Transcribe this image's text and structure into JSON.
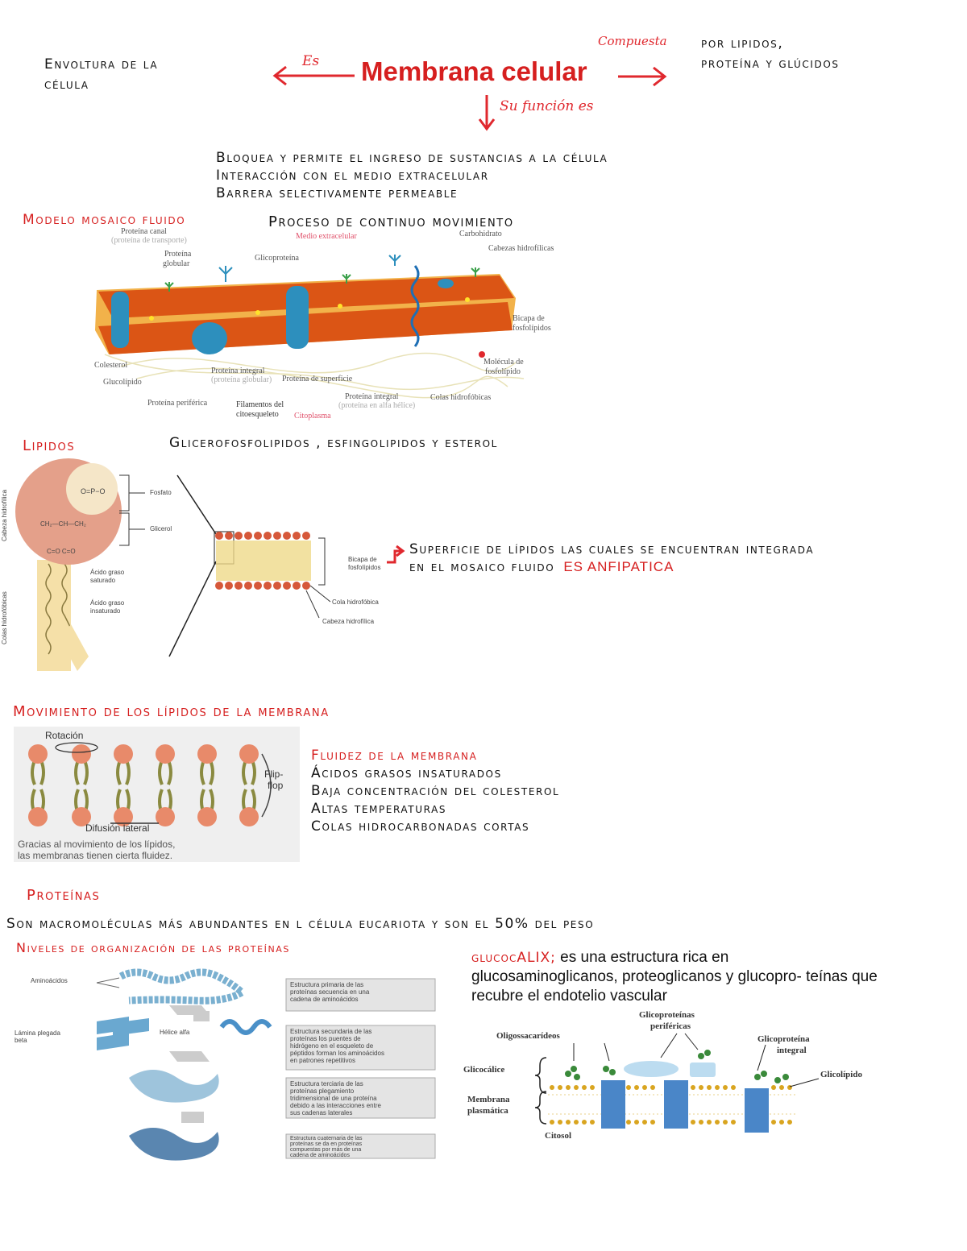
{
  "header": {
    "title": "Membrana celular",
    "left_text_1": "Envoltura de la",
    "left_text_2": "célula",
    "arrow_left_label": "Es",
    "arrow_right_label": "Compuesta",
    "arrow_down_label": "Su función es",
    "right_text_1": "por lipidos,",
    "right_text_2": "proteína y glúcidos"
  },
  "functions": [
    "Bloquea y permite el ingreso de sustancias a la célula",
    "Interacción con el medio extracelular",
    "Barrera selectivamente permeable"
  ],
  "mosaic": {
    "heading": "Modelo mosaico fluido",
    "subheading": "Proceso de continuo movimiento",
    "labels": {
      "proteina_canal": "Proteína canal",
      "proteina_canal_sub": "(proteína de transporte)",
      "medio_extracelular": "Medio extracelular",
      "carbohidrato": "Carbohidrato",
      "cabezas_hidrofilicas": "Cabezas hidrofílicas",
      "proteina_globular_1": "Proteína",
      "proteina_globular_2": "globular",
      "glicoproteina": "Glicoproteína",
      "bicapa_1": "Bicapa de",
      "bicapa_2": "fosfolípidos",
      "colesterol": "Colesterol",
      "glucolipido": "Glucolípido",
      "molecula_1": "Molécula de",
      "molecula_2": "fosfolípido",
      "proteina_integral_1": "Proteína integral",
      "proteina_integral_1_sub": "(proteína globular)",
      "proteina_superficie": "Proteína de superficie",
      "proteina_periferica": "Proteína periférica",
      "filamentos_1": "Filamentos del",
      "filamentos_2": "citoesqueleto",
      "citoplasma": "Citoplasma",
      "proteina_integral_2": "Proteína integral",
      "proteina_integral_2_sub": "(proteína en alfa hélice)",
      "colas_hidrofobicas": "Colas hidrofóbicas"
    }
  },
  "lipids": {
    "heading": "Lipidos",
    "types": "Glicerofosfolipidos , esfingolipidos y esterol",
    "labels": {
      "cabeza_hidrofilica": "Cabeza hidrofílica",
      "colas_hidrofobicas": "Colas hidrofóbicas",
      "fosfato": "Fosfato",
      "glicerol": "Glicerol",
      "acido_saturado_1": "Ácido graso",
      "acido_saturado_2": "saturado",
      "acido_insaturado_1": "Ácido graso",
      "acido_insaturado_2": "insaturado",
      "bicapa_1": "Bicapa de",
      "bicapa_2": "fosfolípidos",
      "cola_hidrofobica": "Cola hidrofóbica",
      "cabeza_hidrofilica_2": "Cabeza hidrofílica"
    },
    "note_1": "Superficie de lípidos las cuales se encuentran integrada",
    "note_2": "en el mosaico fluido",
    "note_highlight": "ES ANFIPATICA"
  },
  "movement": {
    "heading": "Movimiento de los lípidos de la membrana",
    "img_rotacion": "Rotación",
    "img_flipflop_1": "Flip-",
    "img_flipflop_2": "flop",
    "img_difusion": "Difusión lateral",
    "img_caption_1": "Gracias al movimiento de los lípidos,",
    "img_caption_2": "las membranas tienen cierta fluidez.",
    "fluidity_heading": "Fluidez de la membrana",
    "fluidity_items": [
      "Ácidos grasos insaturados",
      "Baja concentración del colesterol",
      "Altas temperaturas",
      "Colas hidrocarbonadas cortas"
    ]
  },
  "proteins": {
    "heading": "Proteínas",
    "summary": "Son macromoléculas más abundantes en l célula eucariota y son el 50% del peso",
    "levels_heading": "Niveles de organización de las proteínas",
    "levels_labels": {
      "aminoacidos": "Aminoácidos",
      "lamina_1": "Lámina plegada",
      "lamina_2": "beta",
      "helice": "Hélice alfa"
    },
    "levels_boxes": [
      [
        "Estructura primaria de las",
        "proteínas secuencia en una",
        "cadena de aminoácidos"
      ],
      [
        "Estructura secundaria de las",
        "proteínas los puentes de",
        "hidrógeno en el esqueleto de",
        "péptidos forman los aminoácidos",
        "en patrones repetitivos"
      ],
      [
        "Estructura terciaria de las",
        "proteínas plegamiento",
        "tridimensional de una proteína",
        "debido a las interacciones entre",
        "sus cadenas laterales"
      ],
      [
        "Estructura cuaternaria de las",
        "proteínas se da en proteínas",
        "compuestas por más de una",
        "cadena de aminoácidos"
      ]
    ],
    "glycocalyx_title": "glucocALIX;",
    "glycocalyx_text_1": " es una estructura rica en",
    "glycocalyx_text_2": "glucosaminoglicanos, proteoglicanos y glucopro- teínas que",
    "glycocalyx_text_3": "recubre el endotelio vascular",
    "glycocalyx_labels": {
      "glicoproteinas_perifericas_1": "Glicoproteínas",
      "glicoproteinas_perifericas_2": "periféricas",
      "oligossacarideos": "Oligossacarídeos",
      "glicoproteina_integral_1": "Glicoproteína",
      "glicoproteina_integral_2": "integral",
      "glicocalice": "Glicocálice",
      "glicolipido": "Glicolípido",
      "membrana_1": "Membrana",
      "membrana_2": "plasmática",
      "citosol": "Citosol"
    }
  }
}
